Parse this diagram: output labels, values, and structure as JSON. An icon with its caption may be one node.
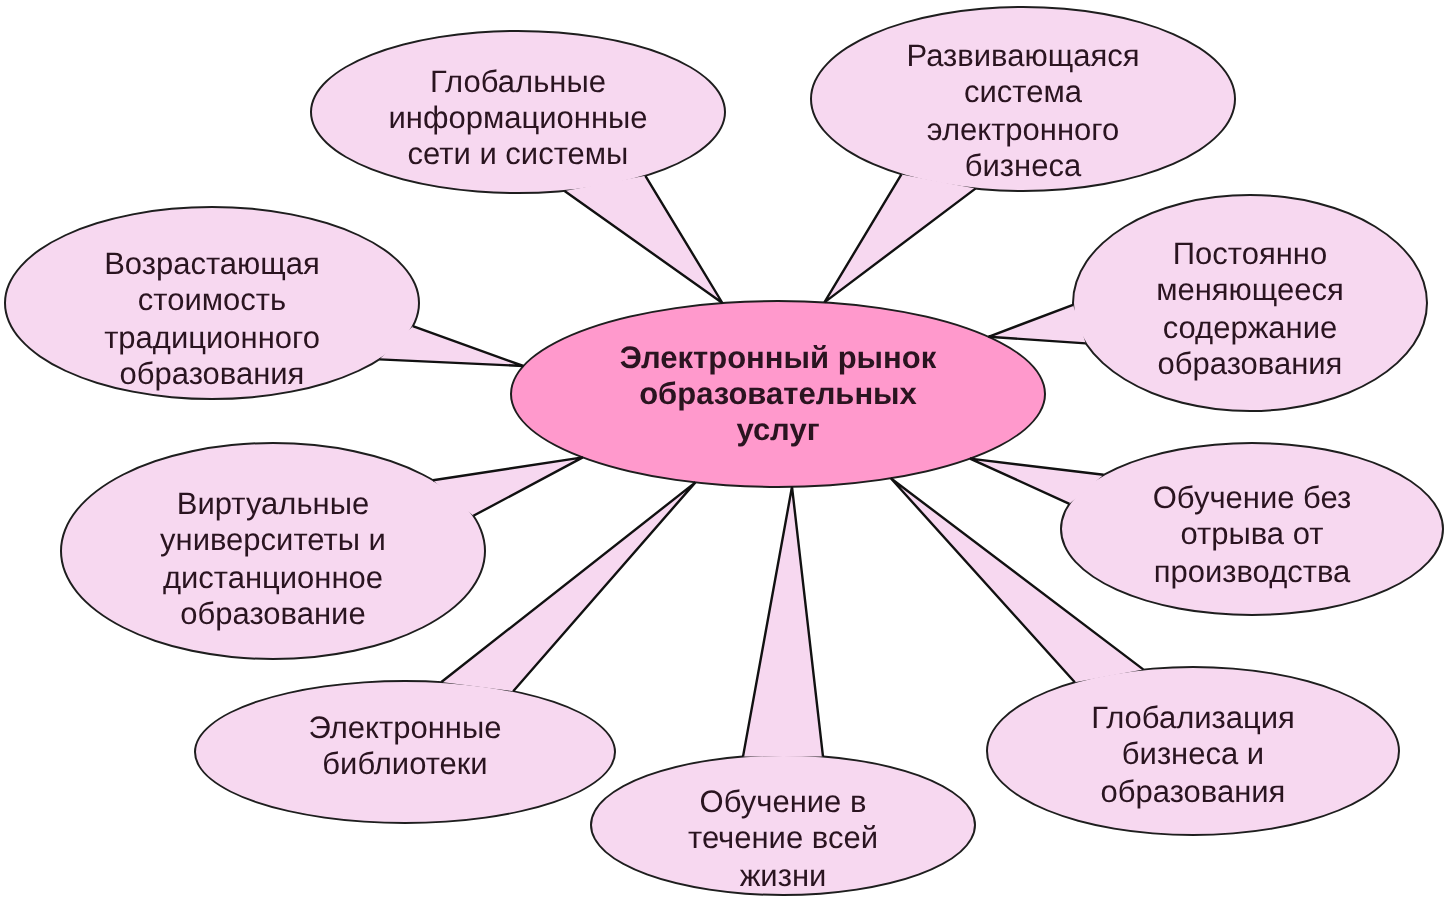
{
  "diagram": {
    "nodes": [
      {
        "text": [
          "Электронный рынок образовательных услуг"
        ]
      },
      {
        "text": [
          "Глобальные информационные сети и системы"
        ]
      },
      {
        "text": [
          "Развивающаяся система электронного бизнеса"
        ]
      },
      {
        "text": [
          "Возрастающая стоимость традиционного образования"
        ]
      },
      {
        "text": [
          "Постоянно меняющееся содержание образования"
        ]
      },
      {
        "text": [
          "Виртуальные университеты и дистанционное образование"
        ]
      },
      {
        "text": [
          "Обучение без отрыва от производства"
        ]
      },
      {
        "text": [
          "Электронные библиотеки"
        ]
      },
      {
        "text": [
          "Обучение в течение всей жизни"
        ]
      },
      {
        "text": [
          "Глобализация бизнеса и образования"
        ]
      }
    ],
    "edges": [
      {
        "from": 1,
        "to": 0,
        "arrow": "none"
      },
      {
        "from": 2,
        "to": 0,
        "arrow": "none"
      },
      {
        "from": 3,
        "to": 0,
        "arrow": "none"
      },
      {
        "from": 4,
        "to": 0,
        "arrow": "none"
      },
      {
        "from": 5,
        "to": 0,
        "arrow": "none"
      },
      {
        "from": 6,
        "to": 0,
        "arrow": "none"
      },
      {
        "from": 7,
        "to": 0,
        "arrow": "none"
      },
      {
        "from": 8,
        "to": 0,
        "arrow": "none"
      },
      {
        "from": 9,
        "to": 0,
        "arrow": "none"
      }
    ]
  }
}
